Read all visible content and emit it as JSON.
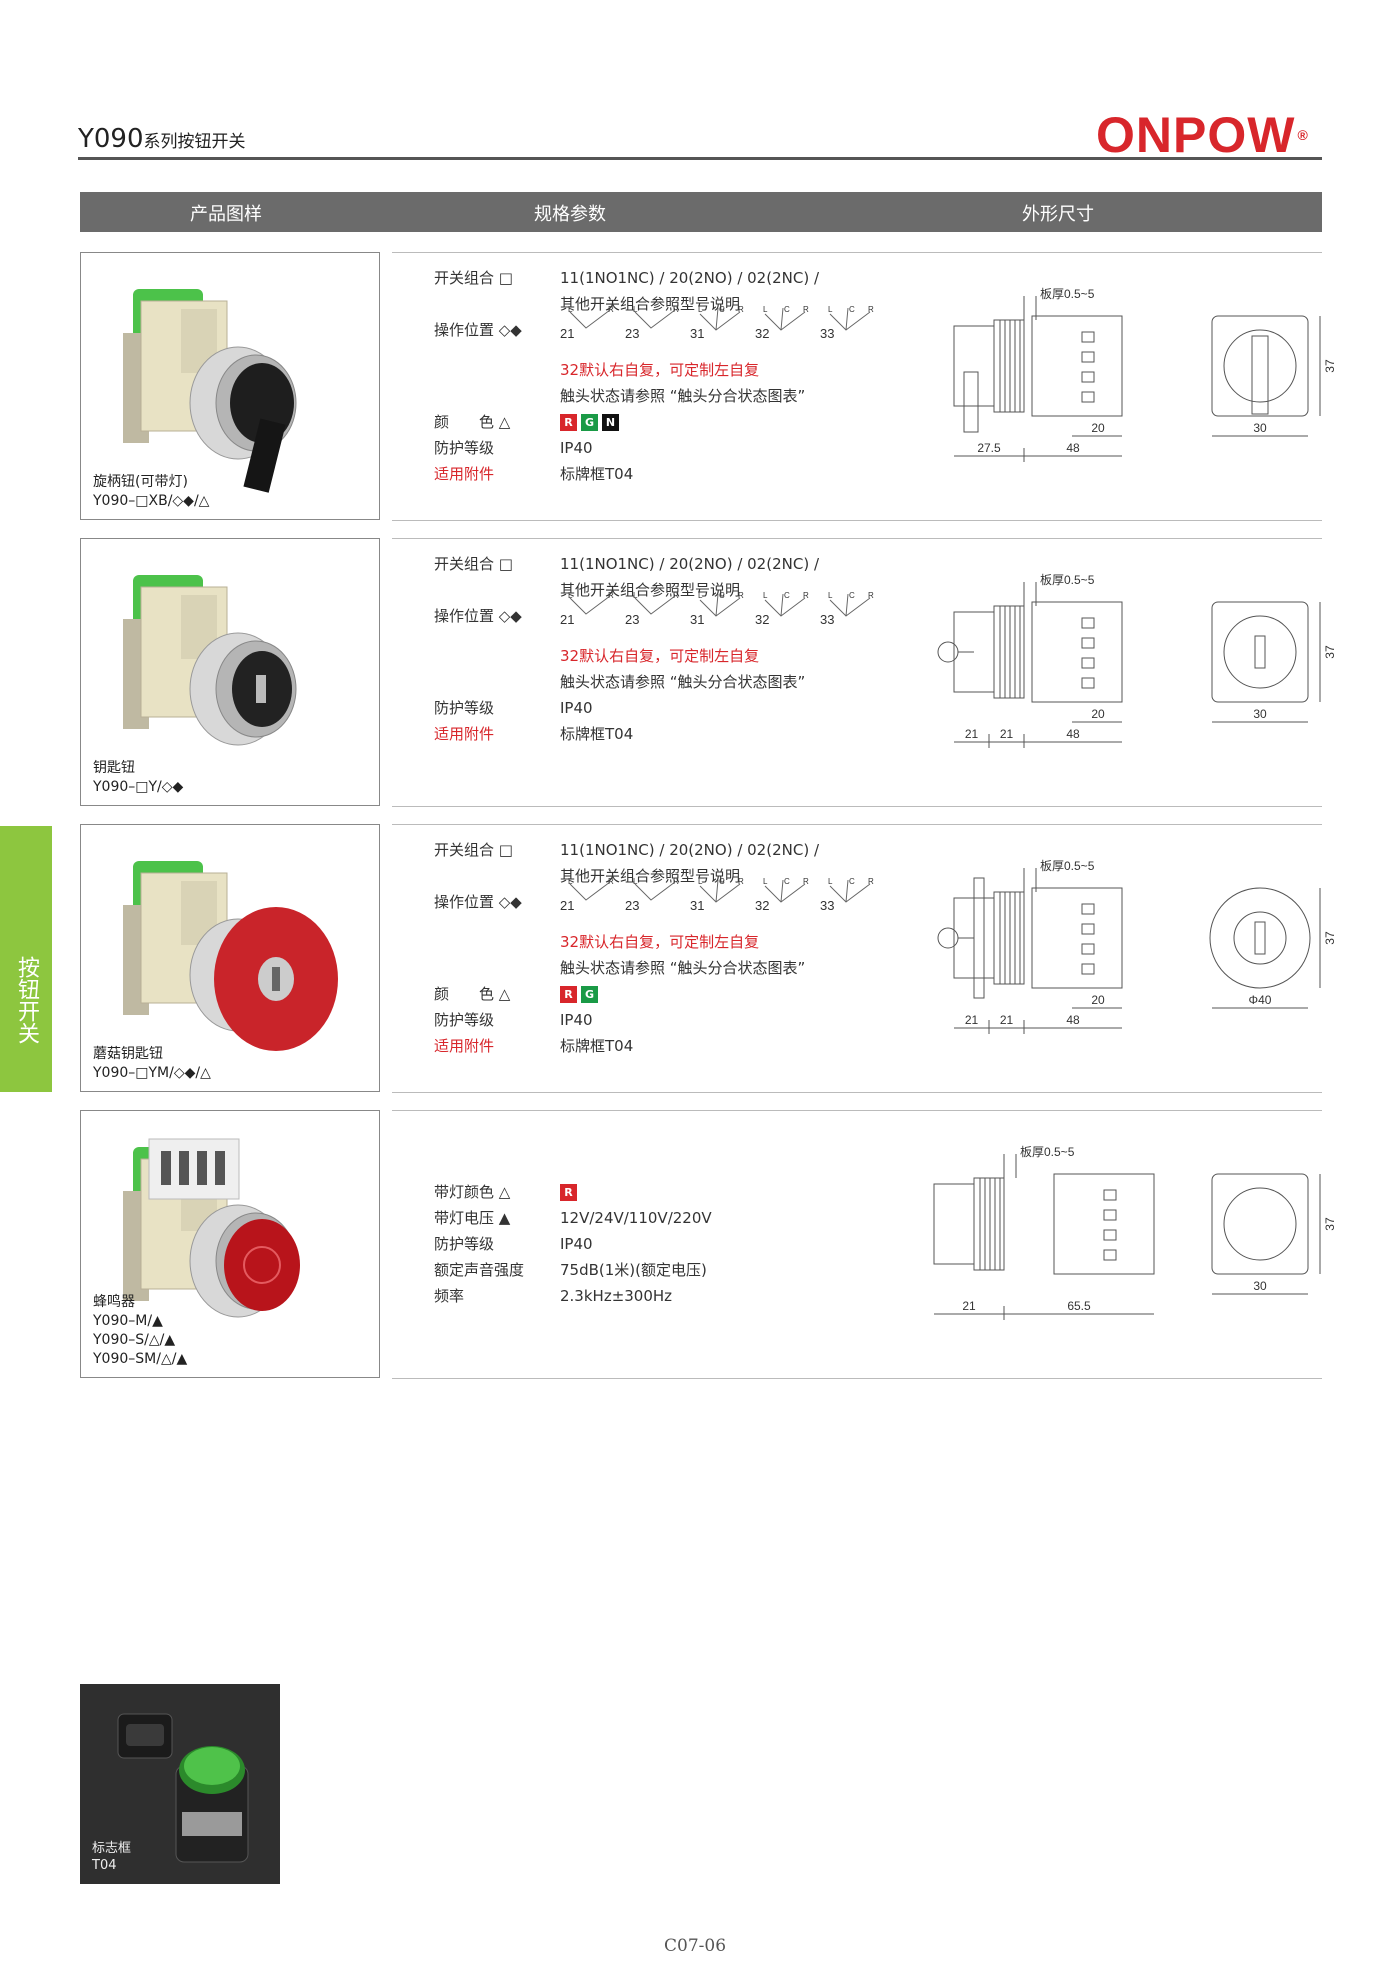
{
  "header": {
    "title_main": "Y090",
    "title_sub": "系列按钮开关",
    "logo": "ONPOW",
    "logo_mark": "®"
  },
  "columns": [
    "产品图样",
    "规格参数",
    "外形尺寸"
  ],
  "side_tab": "按钮开关",
  "rows": [
    {
      "caption": [
        "旋柄钮(可带灯)",
        "Y090–□XB/◇◆/△"
      ],
      "specs": [
        {
          "label": "开关组合 □",
          "value": "11(1NO1NC) / 20(2NO) / 02(2NC) /"
        },
        {
          "label": "",
          "value": "其他开关组合参照型号说明"
        },
        {
          "label": "操作位置 ◇◆",
          "value": ""
        },
        {
          "label": "",
          "value": "32默认右自复，可定制左自复",
          "red": true
        },
        {
          "label": "",
          "value": "触头状态请参照 “触头分合状态图表”"
        },
        {
          "label": "颜　　色 △",
          "value": "",
          "colors": [
            "R",
            "G",
            "N"
          ]
        },
        {
          "label": "防护等级",
          "value": "IP40"
        },
        {
          "label": "适用附件",
          "value": "标牌框T04",
          "red_label": true
        }
      ],
      "positions": [
        "21",
        "23",
        "31",
        "32",
        "33"
      ],
      "dims": {
        "plate": "板厚0.5~5",
        "a": "27.5",
        "b": "48",
        "c": "20",
        "d": "30",
        "h": "37"
      }
    },
    {
      "caption": [
        "钥匙钮",
        "Y090–□Y/◇◆"
      ],
      "specs": [
        {
          "label": "开关组合 □",
          "value": "11(1NO1NC) / 20(2NO) / 02(2NC) /"
        },
        {
          "label": "",
          "value": "其他开关组合参照型号说明"
        },
        {
          "label": "操作位置 ◇◆",
          "value": ""
        },
        {
          "label": "",
          "value": "32默认右自复，可定制左自复",
          "red": true
        },
        {
          "label": "",
          "value": "触头状态请参照 “触头分合状态图表”"
        },
        {
          "label": "防护等级",
          "value": "IP40"
        },
        {
          "label": "适用附件",
          "value": "标牌框T04",
          "red_label": true
        }
      ],
      "positions": [
        "21",
        "23",
        "31",
        "32",
        "33"
      ],
      "dims": {
        "plate": "板厚0.5~5",
        "a": "21",
        "a2": "21",
        "b": "48",
        "c": "20",
        "d": "30",
        "h": "37"
      }
    },
    {
      "caption": [
        "蘑菇钥匙钮",
        "Y090–□YM/◇◆/△"
      ],
      "specs": [
        {
          "label": "开关组合 □",
          "value": "11(1NO1NC) / 20(2NO) / 02(2NC) /"
        },
        {
          "label": "",
          "value": "其他开关组合参照型号说明"
        },
        {
          "label": "操作位置 ◇◆",
          "value": ""
        },
        {
          "label": "",
          "value": "32默认右自复，可定制左自复",
          "red": true
        },
        {
          "label": "",
          "value": "触头状态请参照 “触头分合状态图表”"
        },
        {
          "label": "颜　　色 △",
          "value": "",
          "colors": [
            "R",
            "G"
          ]
        },
        {
          "label": "防护等级",
          "value": "IP40"
        },
        {
          "label": "适用附件",
          "value": "标牌框T04",
          "red_label": true
        }
      ],
      "positions": [
        "21",
        "23",
        "31",
        "32",
        "33"
      ],
      "dims": {
        "plate": "板厚0.5~5",
        "a": "21",
        "a2": "21",
        "b": "48",
        "c": "20",
        "d": "Φ40",
        "h": "37"
      }
    },
    {
      "caption": [
        "蜂鸣器",
        "Y090–M/▲",
        "Y090–S/△/▲",
        "Y090–SM/△/▲"
      ],
      "specs": [
        {
          "label": "带灯颜色 △",
          "value": "",
          "colors": [
            "R"
          ]
        },
        {
          "label": "带灯电压 ▲",
          "value": "12V/24V/110V/220V"
        },
        {
          "label": "防护等级",
          "value": "IP40"
        },
        {
          "label": "额定声音强度",
          "value": "75dB(1米)(额定电压)"
        },
        {
          "label": "频率",
          "value": "2.3kHz±300Hz"
        }
      ],
      "dims": {
        "plate": "板厚0.5~5",
        "a": "21",
        "b": "65.5",
        "d": "30",
        "h": "37"
      }
    }
  ],
  "pos_letters": {
    "l": "L",
    "c": "C",
    "r": "R"
  },
  "colors": {
    "R": "#d8262b",
    "G": "#1a9a46",
    "N": "#111111",
    "accent": "#8dc63f",
    "header": "#6b6b6b"
  },
  "footer": {
    "caption": [
      "标志框",
      "T04"
    ],
    "page": "C07-06"
  }
}
